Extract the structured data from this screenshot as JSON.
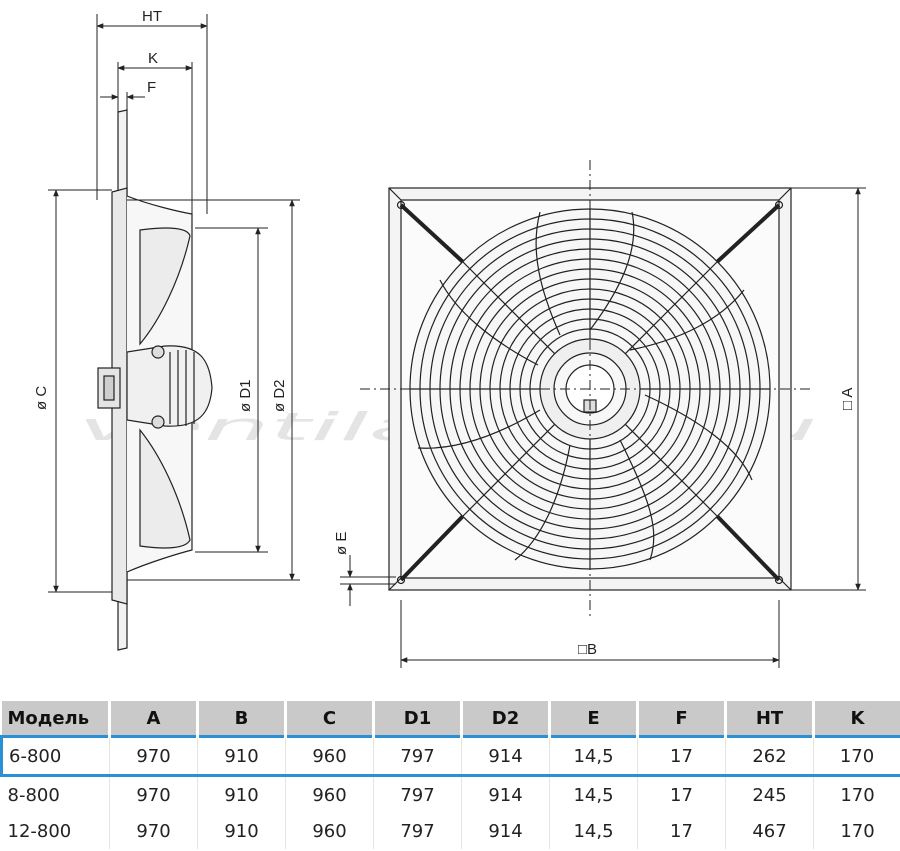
{
  "labels": {
    "ht": "HT",
    "k": "K",
    "f": "F",
    "dc": "ø C",
    "dd1": "ø D1",
    "dd2": "ø D2",
    "de": "ø E",
    "a": "□ A",
    "b": "□B"
  },
  "watermark": "ventilatorry.ru",
  "table": {
    "headers": [
      "Модель",
      "A",
      "B",
      "C",
      "D1",
      "D2",
      "E",
      "F",
      "HT",
      "K"
    ],
    "rows": [
      [
        "6-800",
        "970",
        "910",
        "960",
        "797",
        "914",
        "14,5",
        "17",
        "262",
        "170"
      ],
      [
        "8-800",
        "970",
        "910",
        "960",
        "797",
        "914",
        "14,5",
        "17",
        "245",
        "170"
      ],
      [
        "12-800",
        "970",
        "910",
        "960",
        "797",
        "914",
        "14,5",
        "17",
        "467",
        "170"
      ]
    ],
    "selected_row": 0,
    "highlight_color": "#2b8fd6"
  }
}
